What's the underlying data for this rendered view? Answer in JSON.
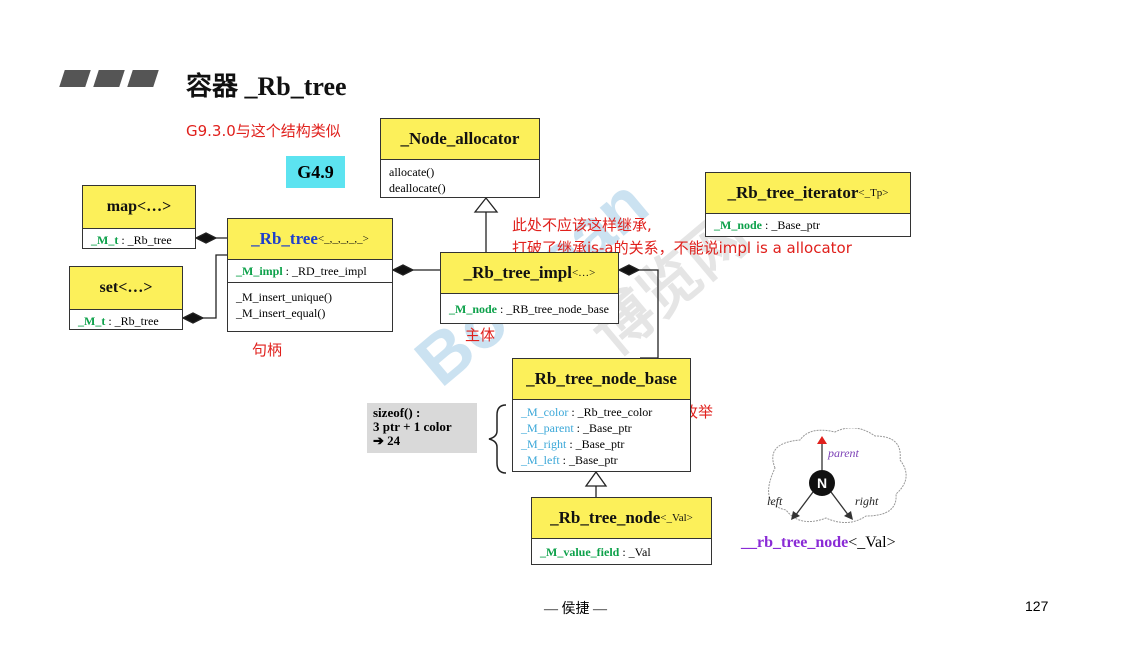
{
  "header": {
    "title": "容器 _Rb_tree"
  },
  "notes": {
    "g930": "G9.3.0与这个结构类似",
    "g49": "G4.9",
    "inherit_line1": "此处不应该这样继承,",
    "inherit_line2": "打破了继承is-a的关系，不能说impl is a allocator",
    "handle": "句柄",
    "body": "主体",
    "enum": "枚举"
  },
  "node_allocator": {
    "name": "_Node_allocator",
    "ops": [
      "allocate()",
      "deallocate()"
    ]
  },
  "map": {
    "name": "map<…>",
    "field": "_M_t",
    "type": ": _Rb_tree"
  },
  "set": {
    "name": "set<…>",
    "field": "_M_t",
    "type": ": _Rb_tree"
  },
  "rb_tree": {
    "name": "_Rb_tree",
    "tparams": "<_,_,_,_,_>",
    "field": "_M_impl",
    "type": ": _RD_tree_impl",
    "ops": [
      "_M_insert_unique()",
      "_M_insert_equal()"
    ]
  },
  "rb_tree_impl": {
    "name": "_Rb_tree_impl",
    "tparams": "<…>",
    "field": "_M_node",
    "type": ": _RB_tree_node_base"
  },
  "rb_tree_iterator": {
    "name": "_Rb_tree_iterator",
    "tparams": "<_Tp>",
    "field": "_M_node",
    "type": ": _Base_ptr"
  },
  "node_base": {
    "name": "_Rb_tree_node_base",
    "fields": [
      {
        "name": "_M_color",
        "type": ": _Rb_tree_color"
      },
      {
        "name": "_M_parent",
        "type": ": _Base_ptr"
      },
      {
        "name": "_M_right",
        "type": ": _Base_ptr"
      },
      {
        "name": "_M_left",
        "type": ": _Base_ptr"
      }
    ]
  },
  "sizeof": {
    "line1": "sizeof() :",
    "line2": "3 ptr + 1 color",
    "line3": "➔  24"
  },
  "rb_tree_node": {
    "name": "_Rb_tree_node",
    "tparams": "<_Val>",
    "field": "_M_value_field",
    "type": ": _Val"
  },
  "figure": {
    "node_label": "N",
    "parent": "parent",
    "left": "left",
    "right": "right",
    "caption_a": "__rb_tree_node",
    "caption_b": "<_Val>"
  },
  "footer": {
    "author": "— 侯捷 —",
    "page": "127"
  },
  "watermark": {
    "brand": "Boolean",
    "cn": "博览网"
  },
  "colors": {
    "class_header": "#fcf05a",
    "note_red": "#e0201c",
    "field_green": "#0da14a",
    "field_cyan": "#3aa7d8",
    "name_blue": "#1f3fcc",
    "g49_bg": "#5ce3f0"
  }
}
